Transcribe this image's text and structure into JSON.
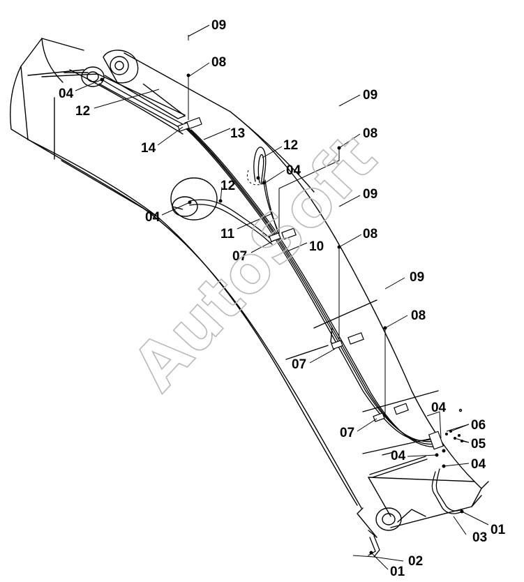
{
  "watermark": "AutoSoft",
  "callouts": [
    "09",
    "08",
    "04",
    "12",
    "14",
    "13",
    "09",
    "08",
    "12",
    "04",
    "12",
    "04",
    "11",
    "07",
    "10",
    "09",
    "08",
    "09",
    "08",
    "07",
    "07",
    "04",
    "06",
    "05",
    "04",
    "04",
    "01",
    "03",
    "02",
    "01"
  ],
  "colors": {
    "line": "#000000",
    "watermark": "#b9b9b9",
    "background": "#ffffff"
  }
}
